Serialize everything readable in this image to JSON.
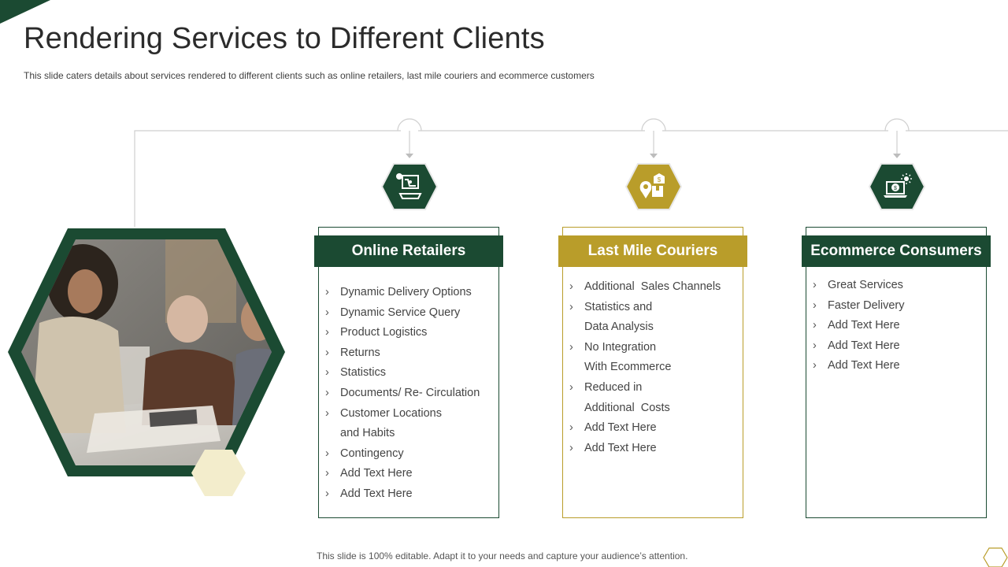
{
  "slide": {
    "title": "Rendering Services to Different Clients",
    "subtitle": "This slide caters details about services rendered to different clients such as online retailers, last mile couriers and ecommerce customers",
    "footer": "This slide is 100% editable. Adapt it to your needs and capture your audience’s attention."
  },
  "colors": {
    "dark_green": "#1b4a32",
    "gold": "#b99d2a",
    "cream": "#f3edcc",
    "connector_gray": "#c9c9c9"
  },
  "photo": {
    "description_icon": "team-meeting-photo"
  },
  "cards": [
    {
      "title": "Online Retailers",
      "icon": "online-shopping-icon",
      "items": [
        {
          "chev": "›",
          "text": "Dynamic Delivery Options"
        },
        {
          "chev": "›",
          "text": "Dynamic Service Query"
        },
        {
          "chev": "›",
          "text": "Product Logistics"
        },
        {
          "chev": "›",
          "text": "Returns"
        },
        {
          "chev": "›",
          "text": "Statistics"
        },
        {
          "chev": "›",
          "text": "Documents/ Re- Circulation"
        },
        {
          "chev": "›",
          "text": "Customer Locations"
        },
        {
          "chev": "",
          "text": "and Habits"
        },
        {
          "chev": "›",
          "text": "Contingency"
        },
        {
          "chev": "›",
          "text": "Add Text Here"
        },
        {
          "chev": "›",
          "text": "Add Text Here"
        }
      ]
    },
    {
      "title": "Last Mile Couriers",
      "icon": "delivery-location-icon",
      "items": [
        {
          "chev": "›",
          "text": "Additional  Sales Channels"
        },
        {
          "chev": "›",
          "text": "Statistics and"
        },
        {
          "chev": "",
          "text": "Data Analysis"
        },
        {
          "chev": "›",
          "text": "No Integration"
        },
        {
          "chev": "",
          "text": "With Ecommerce"
        },
        {
          "chev": "›",
          "text": "Reduced in"
        },
        {
          "chev": "",
          "text": "Additional  Costs"
        },
        {
          "chev": "›",
          "text": "Add Text Here"
        },
        {
          "chev": "›",
          "text": "Add Text Here"
        }
      ]
    },
    {
      "title": "Ecommerce Consumers",
      "icon": "laptop-money-icon",
      "items": [
        {
          "chev": "›",
          "text": "Great Services"
        },
        {
          "chev": "›",
          "text": "Faster Delivery"
        },
        {
          "chev": "›",
          "text": "Add Text Here"
        },
        {
          "chev": "›",
          "text": "Add Text Here"
        },
        {
          "chev": "›",
          "text": "Add Text Here"
        }
      ]
    }
  ]
}
